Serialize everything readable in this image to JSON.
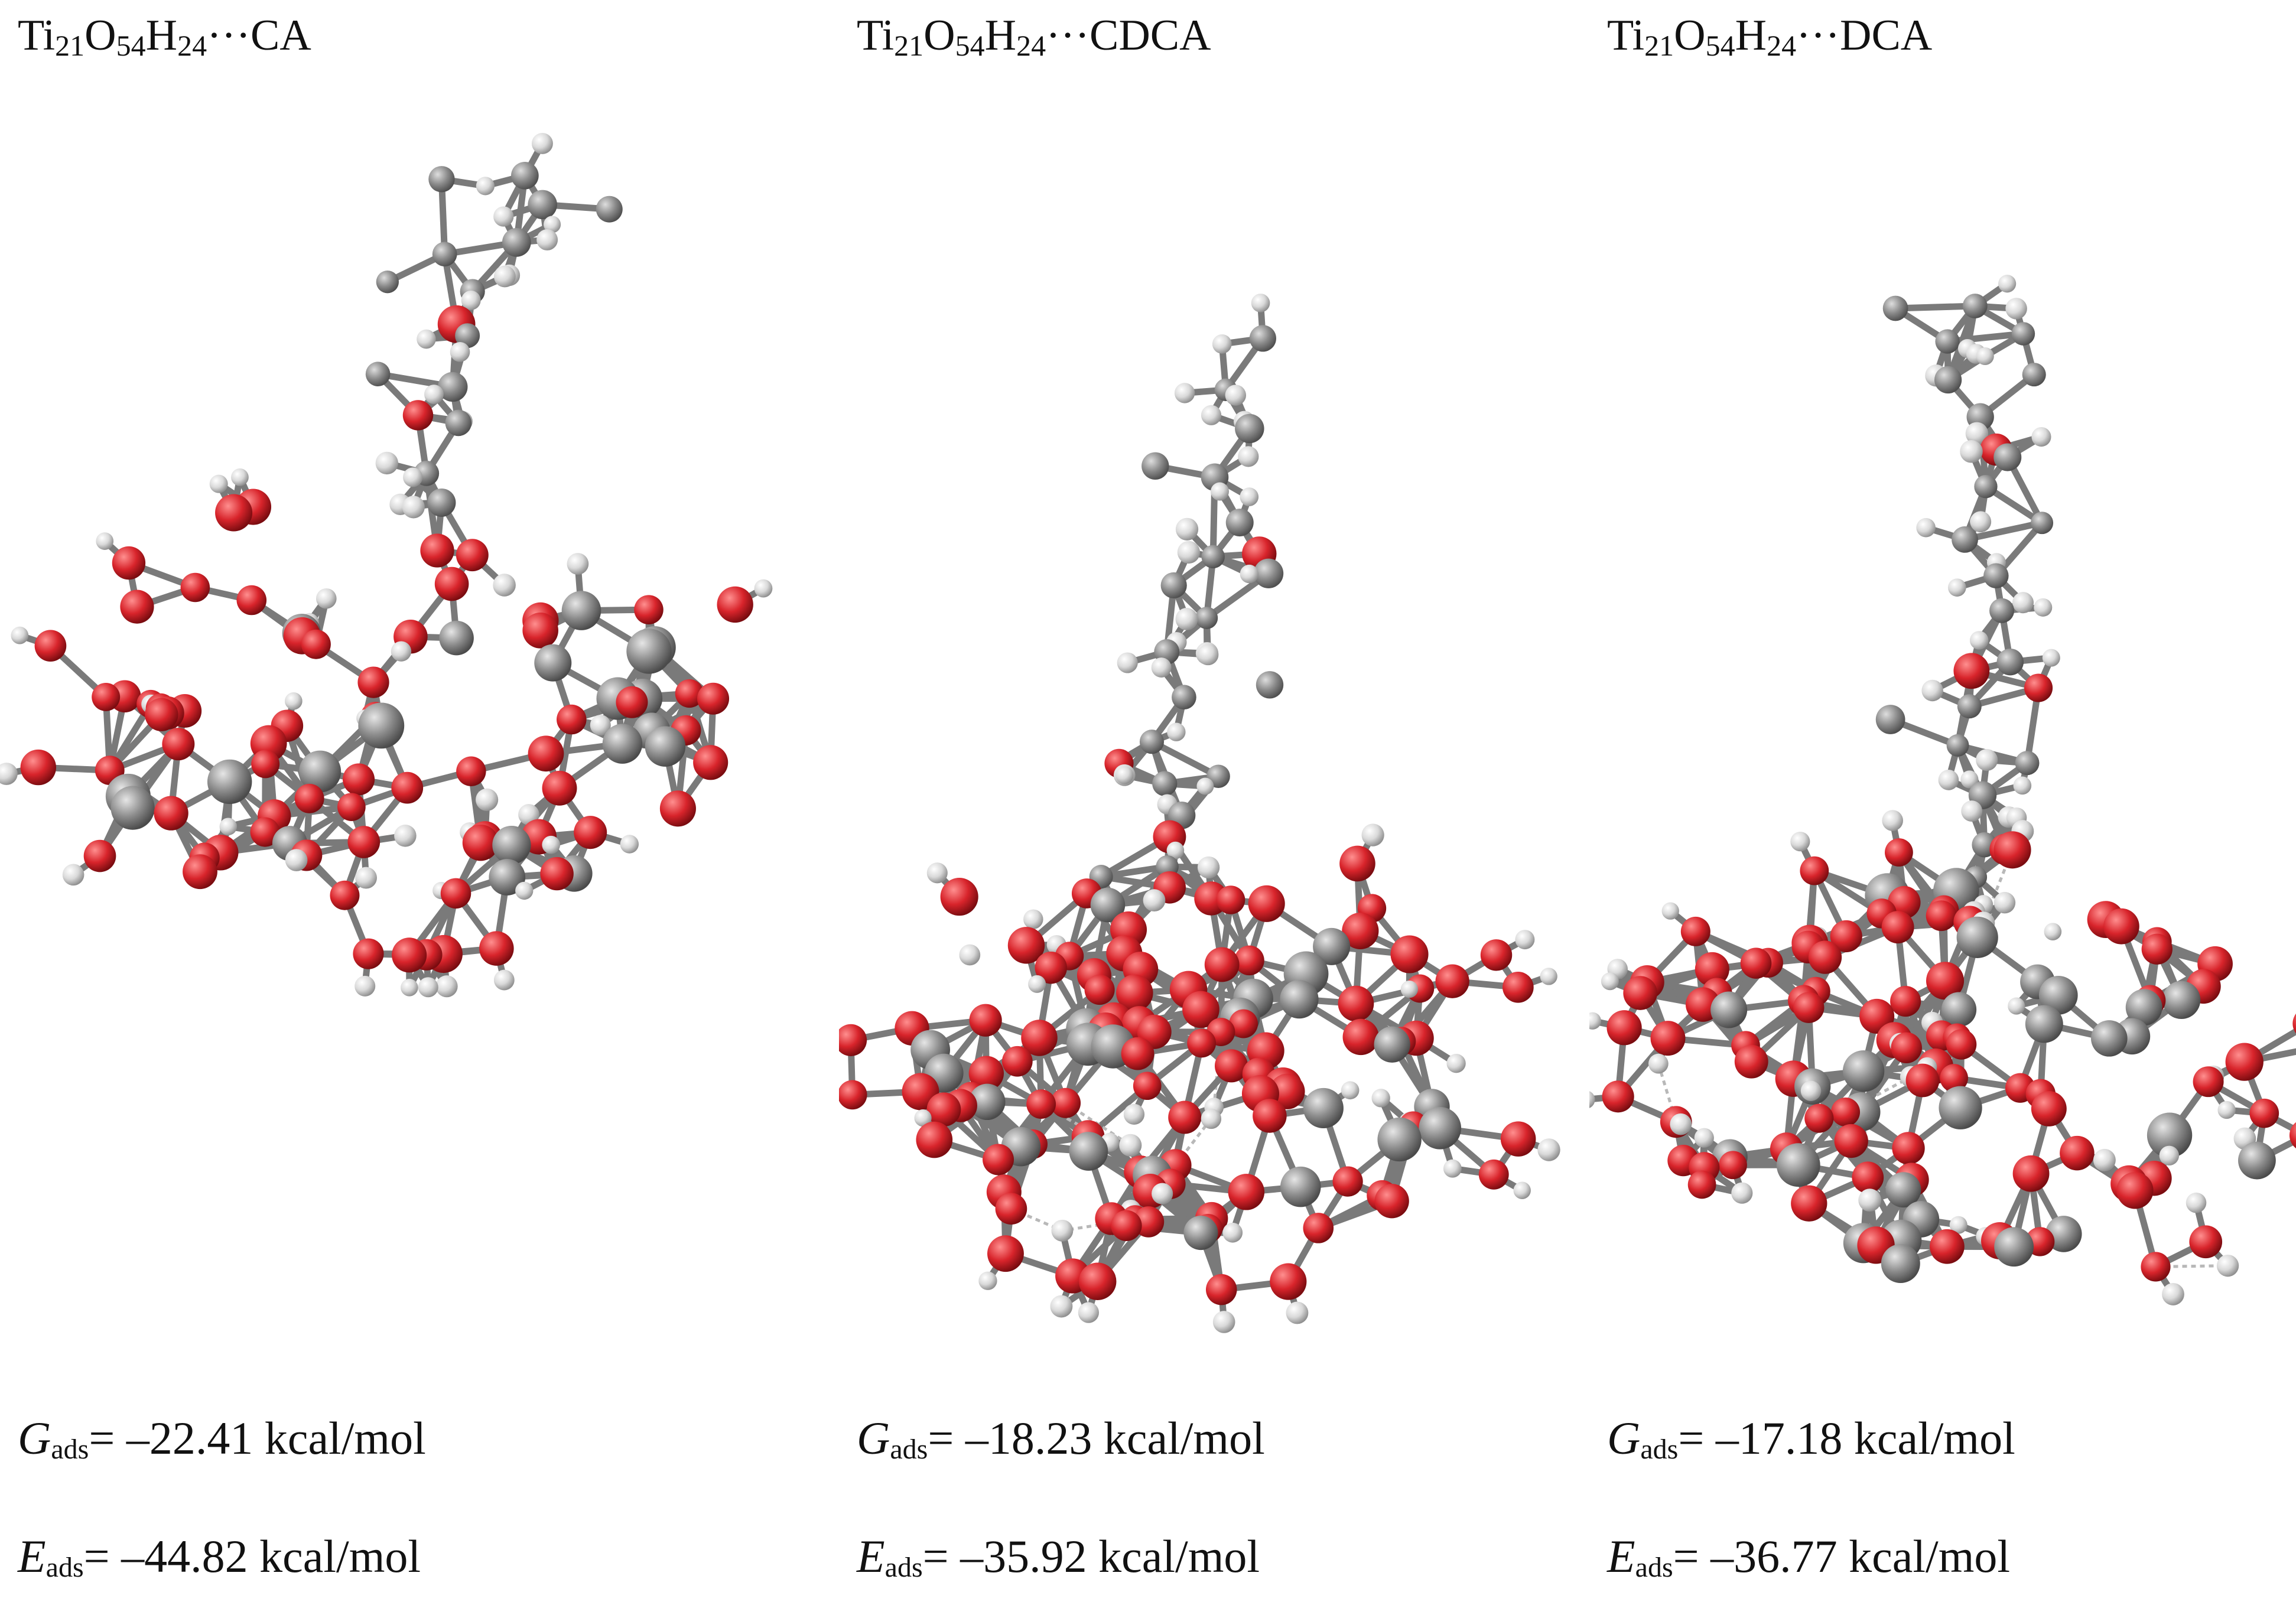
{
  "panels": [
    {
      "formula": {
        "ti": "Ti",
        "ti_n": "21",
        "o": "O",
        "o_n": "54",
        "h": "H",
        "h_n": "24",
        "suffix": "···CA"
      },
      "g": {
        "symbol": "G",
        "sub": "ads",
        "value": "= –22.41 kcal/mol"
      },
      "e": {
        "symbol": "E",
        "sub": "ads",
        "value": "= –44.82 kcal/mol"
      }
    },
    {
      "formula": {
        "ti": "Ti",
        "ti_n": "21",
        "o": "O",
        "o_n": "54",
        "h": "H",
        "h_n": "24",
        "suffix": "···CDCA"
      },
      "g": {
        "symbol": "G",
        "sub": "ads",
        "value": "= –18.23 kcal/mol"
      },
      "e": {
        "symbol": "E",
        "sub": "ads",
        "value": "= –35.92 kcal/mol"
      }
    },
    {
      "formula": {
        "ti": "Ti",
        "ti_n": "21",
        "o": "O",
        "o_n": "54",
        "h": "H",
        "h_n": "24",
        "suffix": "···DCA"
      },
      "g": {
        "symbol": "G",
        "sub": "ads",
        "value": "= –17.18 kcal/mol"
      },
      "e": {
        "symbol": "E",
        "sub": "ads",
        "value": "= –36.77 kcal/mol"
      }
    }
  ],
  "colors": {
    "titanium": "#8c8c8c",
    "carbon": "#8a8a8a",
    "oxygen": "#d8242b",
    "hydrogen": "#d9d9d9",
    "bond": "#7a7a7a",
    "hbond": "#b8b8b8"
  }
}
